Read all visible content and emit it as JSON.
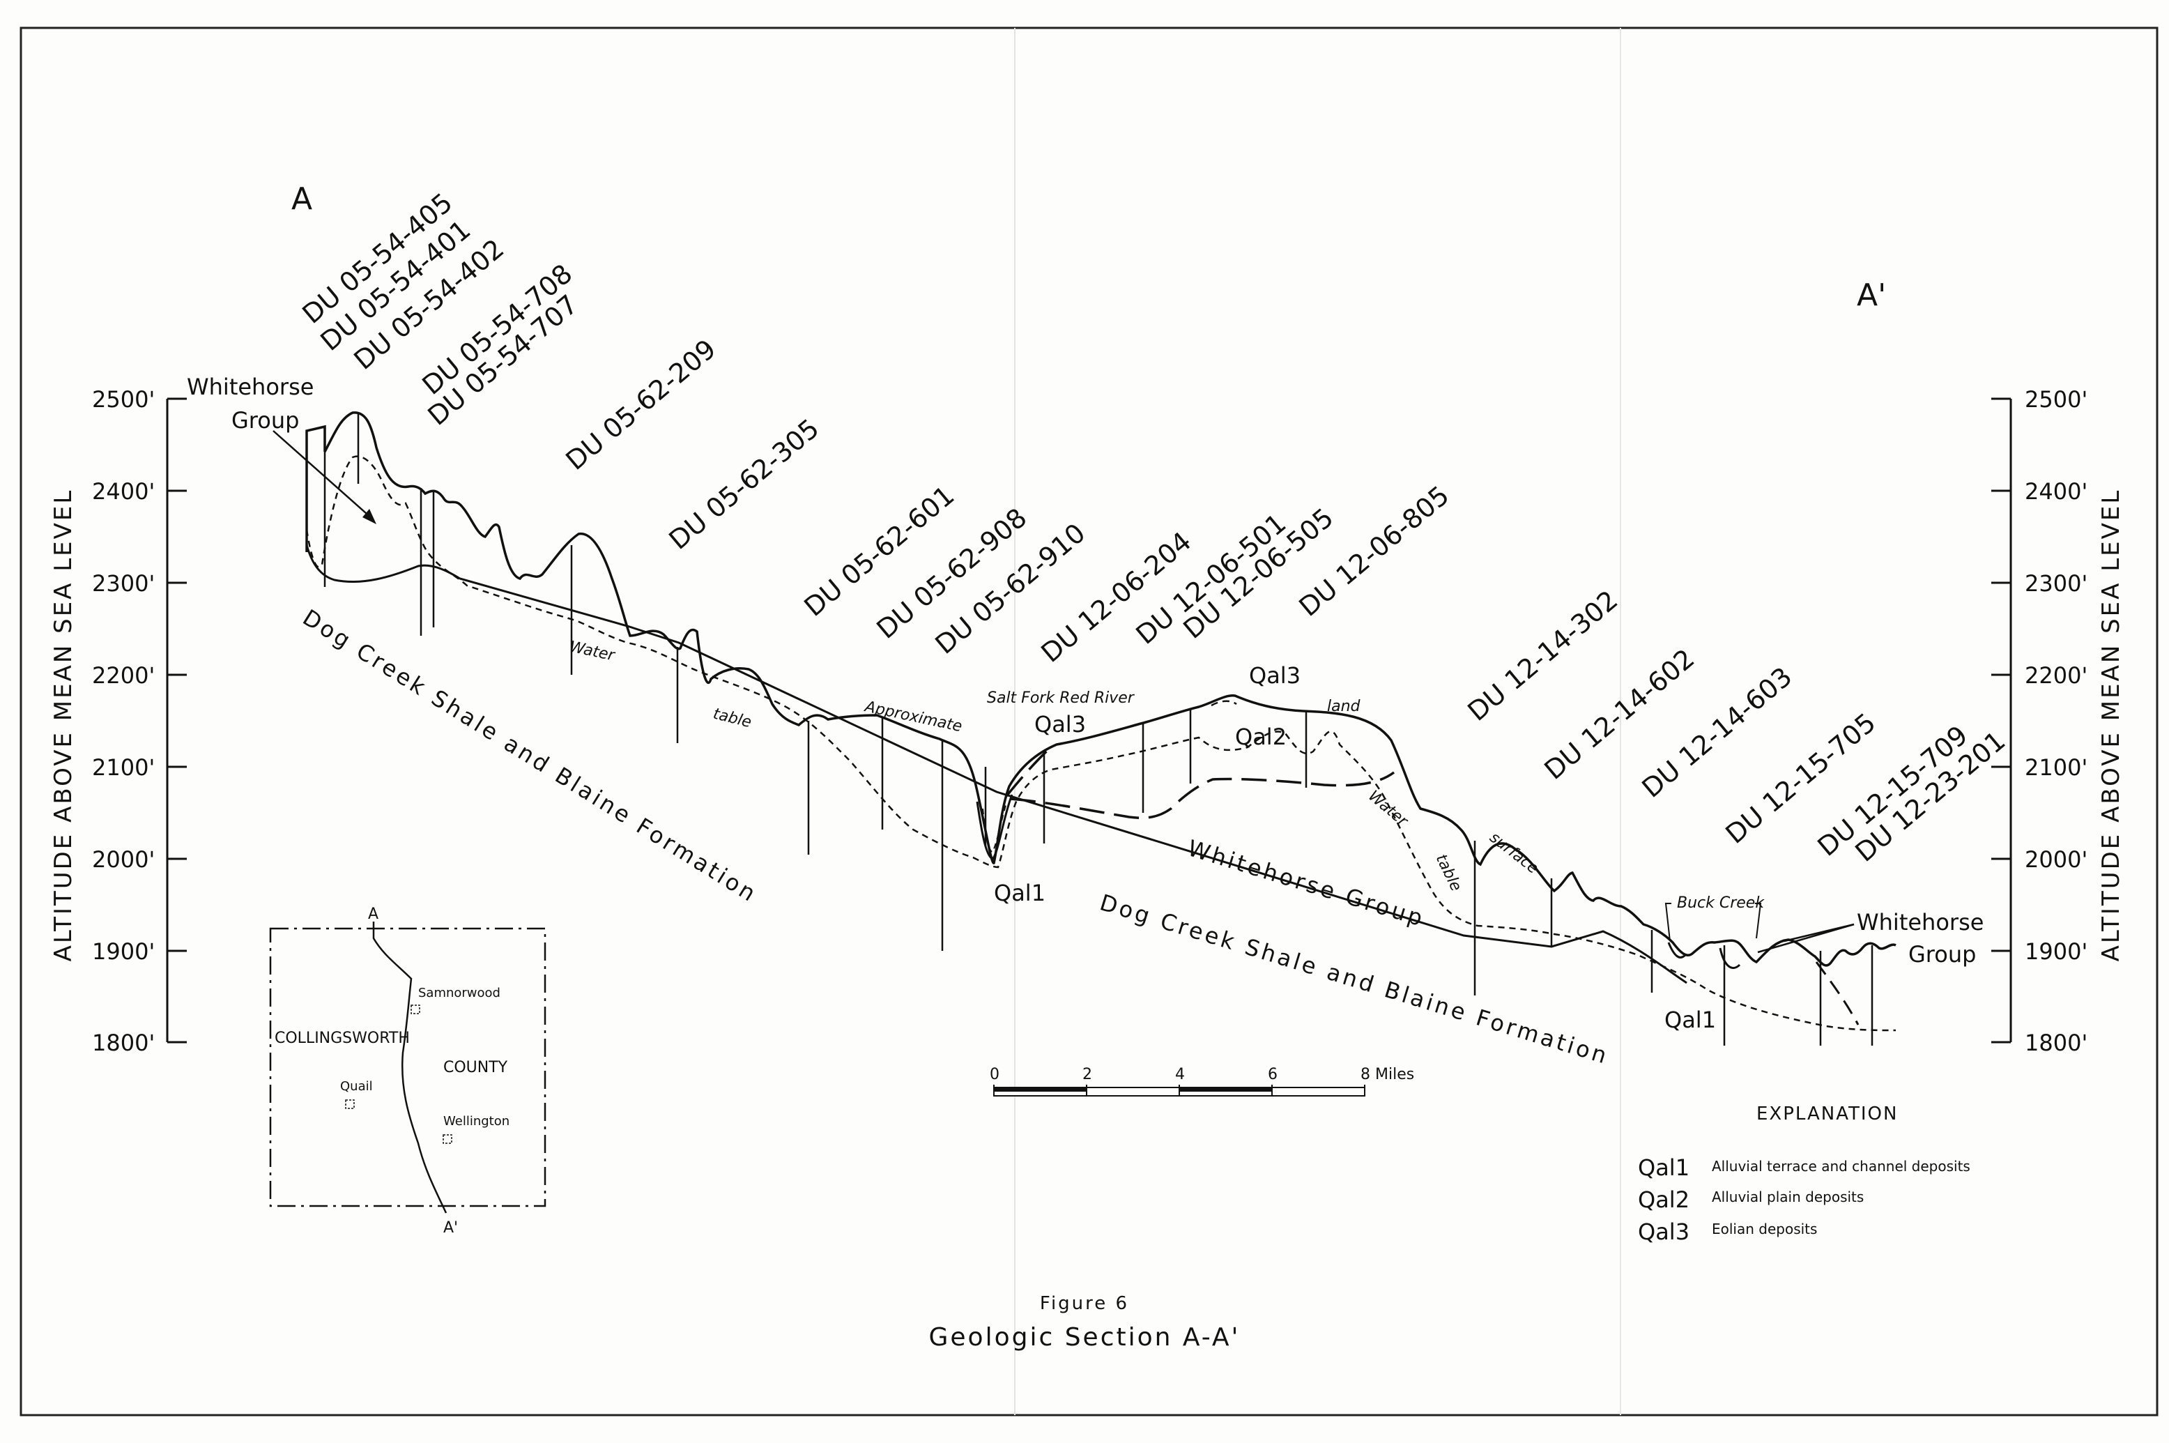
{
  "section": {
    "start_label": "A",
    "end_label": "A'",
    "figure_number": "Figure 6",
    "figure_title": "Geologic Section A-A'"
  },
  "axis": {
    "title": "ALTITUDE ABOVE MEAN SEA LEVEL",
    "ticks": [
      "2500'",
      "2400'",
      "2300'",
      "2200'",
      "2100'",
      "2000'",
      "1900'",
      "1800'"
    ]
  },
  "wells": [
    "DU 05-54-405",
    "DU 05-54-401",
    "DU 05-54-402",
    "DU 05-54-708",
    "DU 05-54-707",
    "DU 05-62-209",
    "DU 05-62-305",
    "DU 05-62-601",
    "DU 05-62-908",
    "DU 05-62-910",
    "DU 12-06-204",
    "DU 12-06-501",
    "DU 12-06-505",
    "DU 12-06-805",
    "DU 12-14-302",
    "DU 12-14-602",
    "DU 12-14-603",
    "DU 12-15-705",
    "DU 12-15-709",
    "DU 12-23-201"
  ],
  "units": {
    "whitehorse_left": [
      "Whitehorse",
      "Group"
    ],
    "whitehorse_mid": "Whitehorse Group",
    "whitehorse_right": [
      "Whitehorse",
      "Group"
    ],
    "dog_creek_left": "Dog Creek Shale and Blaine Formation",
    "dog_creek_right": "Dog Creek Shale and Blaine Formation",
    "qal1_a": "Qal1",
    "qal1_b": "Qal1",
    "qal2": "Qal2",
    "qal3_a": "Qal3",
    "qal3_b": "Qal3"
  },
  "annotations": {
    "water_table_left": [
      "Water",
      "table"
    ],
    "approx_surface": [
      "Approximate",
      "land",
      "surface"
    ],
    "water_table_right": [
      "Water",
      "table"
    ],
    "salt_fork": "Salt Fork Red River",
    "buck_creek": "Buck Creek"
  },
  "scale": {
    "ticks": [
      "0",
      "2",
      "4",
      "6",
      "8 Miles"
    ]
  },
  "inset_map": {
    "top_label": "A",
    "bottom_label": "A'",
    "county_left": "COLLINGSWORTH",
    "county_right": "COUNTY",
    "towns": [
      "Samnorwood",
      "Quail",
      "Wellington"
    ]
  },
  "explanation": {
    "title": "EXPLANATION",
    "items": [
      {
        "symbol": "Qal1",
        "text": "Alluvial terrace and channel deposits"
      },
      {
        "symbol": "Qal2",
        "text": "Alluvial plain deposits"
      },
      {
        "symbol": "Qal3",
        "text": "Eolian deposits"
      }
    ]
  }
}
